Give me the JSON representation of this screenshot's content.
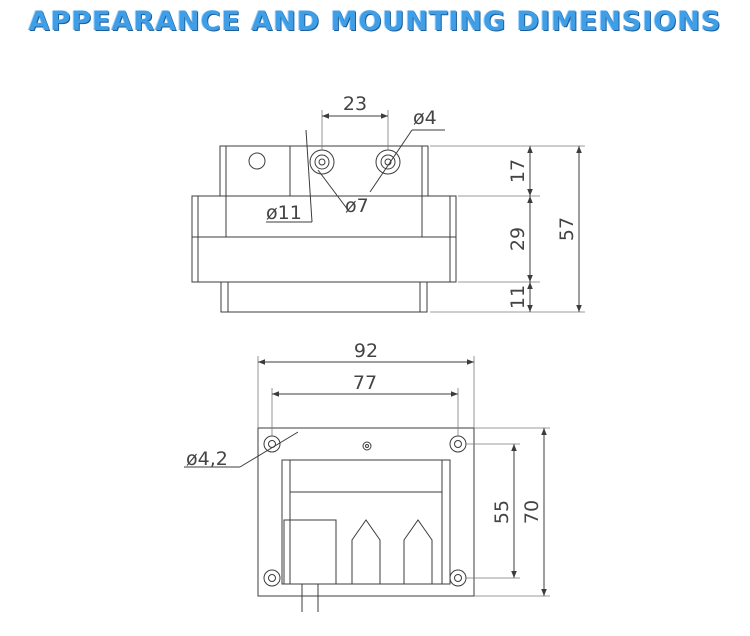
{
  "title": "APPEARANCE AND MOUNTING DIMENSIONS",
  "top_view": {
    "width_23": "23",
    "hole_d4": "ø4",
    "hole_d11": "ø11",
    "hole_d7": "ø7",
    "h_17": "17",
    "h_29": "29",
    "h_11": "11",
    "h_57": "57"
  },
  "bottom_view": {
    "w_92": "92",
    "w_77": "77",
    "hole_d42": "ø4,2",
    "h_55": "55",
    "h_70": "70"
  },
  "colors": {
    "title": "#3f9ee6",
    "lines": "#3c3c3c"
  }
}
